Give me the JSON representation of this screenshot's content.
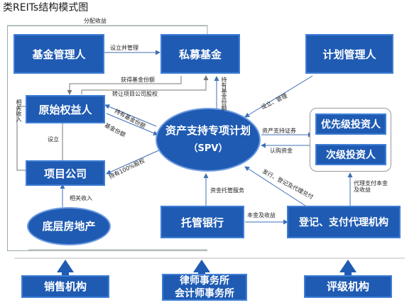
{
  "title": "类REITs结构模式图",
  "nodes": {
    "fund_manager": "基金管理人",
    "private_fund": "私募基金",
    "plan_manager": "计划管理人",
    "original_owner": "原始权益人",
    "spv_line1": "资产支持专项计划",
    "spv_line2": "（SPV）",
    "project_company": "项目公司",
    "real_estate": "底层房地产",
    "custodian_bank": "托管银行",
    "registrar": "登记、支付代理机构",
    "senior_investors": "优先级投资人",
    "junior_investors": "次级投资人",
    "sales_agency": "销售机构",
    "law_firm": "律师事务所",
    "accounting_firm": "会计师事务所",
    "rating_agency": "评级机构"
  },
  "labels": {
    "distribute_income": "分配收益",
    "establish_manage": "设立并管理",
    "get_fund_share": "获得基金份额",
    "transfer_equity": "转让项目公司股权",
    "hold_fund_share": "持有基金份额",
    "related_income_left": "相关收入",
    "hold_fund_diag": "持有基金份额",
    "fund_shares": "基金份额",
    "establish": "设立",
    "hold_100": "持有100%股权",
    "related_income": "相关收入",
    "establish_manage2": "设立、管理",
    "asset_support_security": "资产支持证券",
    "subscription_funds": "认购资金",
    "issue_register_pay": "发行、登记及代理兑付",
    "pay_principal_income": "代理支付本金及收益",
    "custody_service": "资金托管服务",
    "principal_income": "本金及收益"
  }
}
